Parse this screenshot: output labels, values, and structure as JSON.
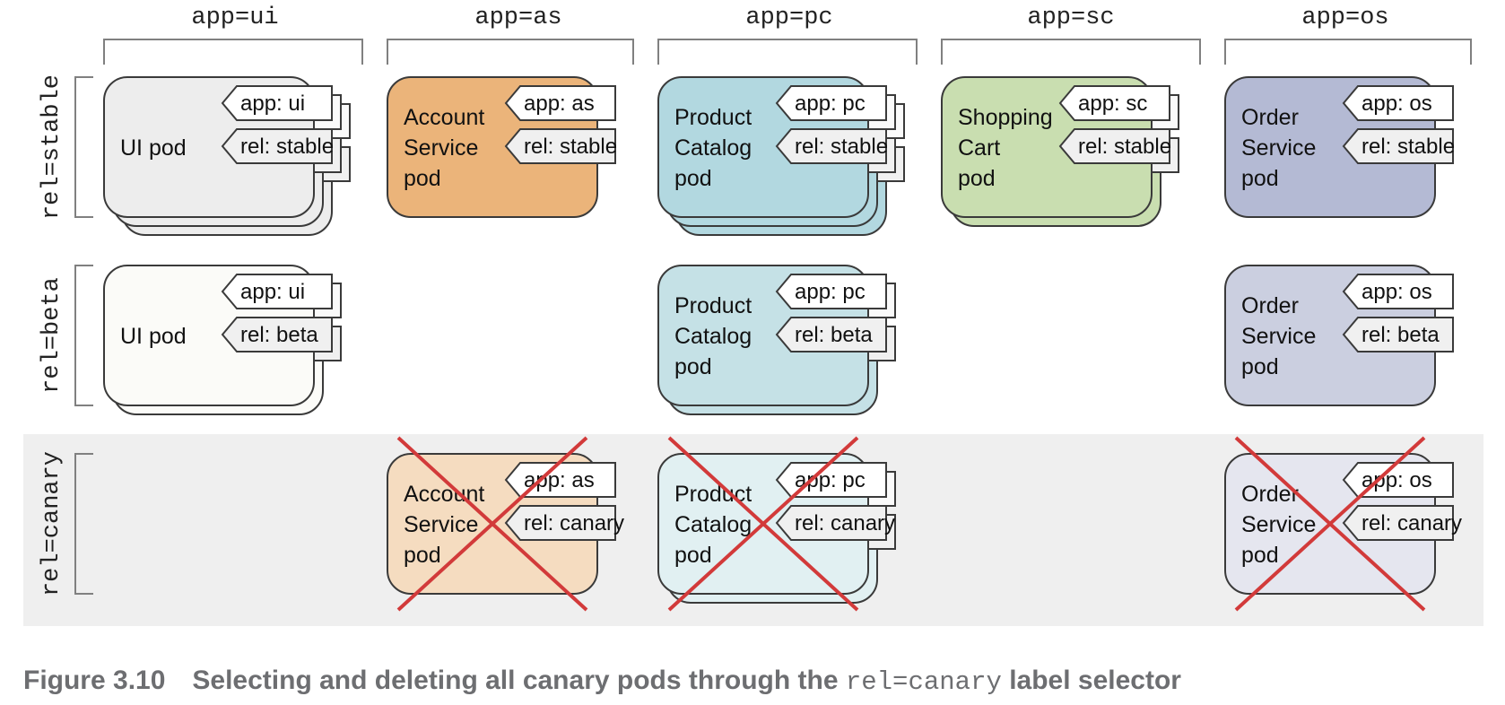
{
  "columns": [
    {
      "key": "ui",
      "label": "app=ui"
    },
    {
      "key": "as",
      "label": "app=as"
    },
    {
      "key": "pc",
      "label": "app=pc"
    },
    {
      "key": "sc",
      "label": "app=sc"
    },
    {
      "key": "os",
      "label": "app=os"
    }
  ],
  "rows": [
    {
      "key": "stable",
      "label": "rel=stable"
    },
    {
      "key": "beta",
      "label": "rel=beta"
    },
    {
      "key": "canary",
      "label": "rel=canary",
      "selected": true
    }
  ],
  "pods": [
    {
      "row": "stable",
      "col": "ui",
      "name_lines": [
        "UI pod"
      ],
      "labels": [
        "app: ui",
        "rel: stable"
      ],
      "stack": 3,
      "color": "#ededed",
      "deleted": false
    },
    {
      "row": "stable",
      "col": "as",
      "name_lines": [
        "Account",
        "Service",
        "pod"
      ],
      "labels": [
        "app: as",
        "rel: stable"
      ],
      "stack": 1,
      "color": "#ebb47a",
      "deleted": false
    },
    {
      "row": "stable",
      "col": "pc",
      "name_lines": [
        "Product",
        "Catalog",
        "pod"
      ],
      "labels": [
        "app: pc",
        "rel: stable"
      ],
      "stack": 3,
      "color": "#b2d8e0",
      "deleted": false
    },
    {
      "row": "stable",
      "col": "sc",
      "name_lines": [
        "Shopping",
        "Cart",
        "pod"
      ],
      "labels": [
        "app: sc",
        "rel: stable"
      ],
      "stack": 2,
      "color": "#c9deb0",
      "deleted": false
    },
    {
      "row": "stable",
      "col": "os",
      "name_lines": [
        "Order",
        "Service",
        "pod"
      ],
      "labels": [
        "app: os",
        "rel: stable"
      ],
      "stack": 1,
      "color": "#b4bad4",
      "deleted": false
    },
    {
      "row": "beta",
      "col": "ui",
      "name_lines": [
        "UI pod"
      ],
      "labels": [
        "app: ui",
        "rel: beta"
      ],
      "stack": 2,
      "color": "#fbfbf8",
      "deleted": false
    },
    {
      "row": "beta",
      "col": "pc",
      "name_lines": [
        "Product",
        "Catalog",
        "pod"
      ],
      "labels": [
        "app: pc",
        "rel: beta"
      ],
      "stack": 2,
      "color": "#c5e1e6",
      "deleted": false
    },
    {
      "row": "beta",
      "col": "os",
      "name_lines": [
        "Order",
        "Service",
        "pod"
      ],
      "labels": [
        "app: os",
        "rel: beta"
      ],
      "stack": 1,
      "color": "#cbcfe0",
      "deleted": false
    },
    {
      "row": "canary",
      "col": "as",
      "name_lines": [
        "Account",
        "Service",
        "pod"
      ],
      "labels": [
        "app: as",
        "rel: canary"
      ],
      "stack": 1,
      "color": "#f5dcc0",
      "deleted": true
    },
    {
      "row": "canary",
      "col": "pc",
      "name_lines": [
        "Product",
        "Catalog",
        "pod"
      ],
      "labels": [
        "app: pc",
        "rel: canary"
      ],
      "stack": 2,
      "color": "#e1f0f2",
      "deleted": true
    },
    {
      "row": "canary",
      "col": "os",
      "name_lines": [
        "Order",
        "Service",
        "pod"
      ],
      "labels": [
        "app: os",
        "rel: canary"
      ],
      "stack": 1,
      "color": "#e5e6ef",
      "deleted": true
    }
  ],
  "colors": {
    "outline": "#3a3a3a",
    "bracket": "#808080",
    "label_fill": "#f0f0f0",
    "label_first_fill": "#ffffff",
    "canary_band": "#efefef",
    "delete_cross": "#d23a3a",
    "caption_text": "#6d6e71"
  },
  "caption": {
    "number": "Figure 3.10",
    "text_before": "Selecting and deleting all canary pods through the ",
    "code": "rel=canary",
    "text_after": " label selector"
  }
}
